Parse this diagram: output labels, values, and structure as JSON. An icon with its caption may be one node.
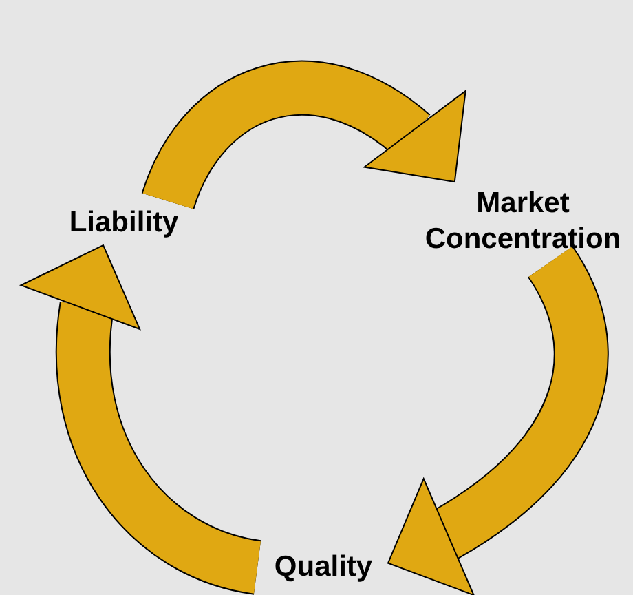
{
  "diagram": {
    "nodes": [
      {
        "text": [
          "Liability"
        ]
      },
      {
        "text": [
          "Market Concentration"
        ]
      },
      {
        "text": [
          "Quality"
        ]
      }
    ],
    "edges": [
      {
        "from": 0,
        "to": 1,
        "arrow": "to"
      },
      {
        "from": 1,
        "to": 2,
        "arrow": "to"
      },
      {
        "from": 2,
        "to": 0,
        "arrow": "to"
      }
    ]
  }
}
